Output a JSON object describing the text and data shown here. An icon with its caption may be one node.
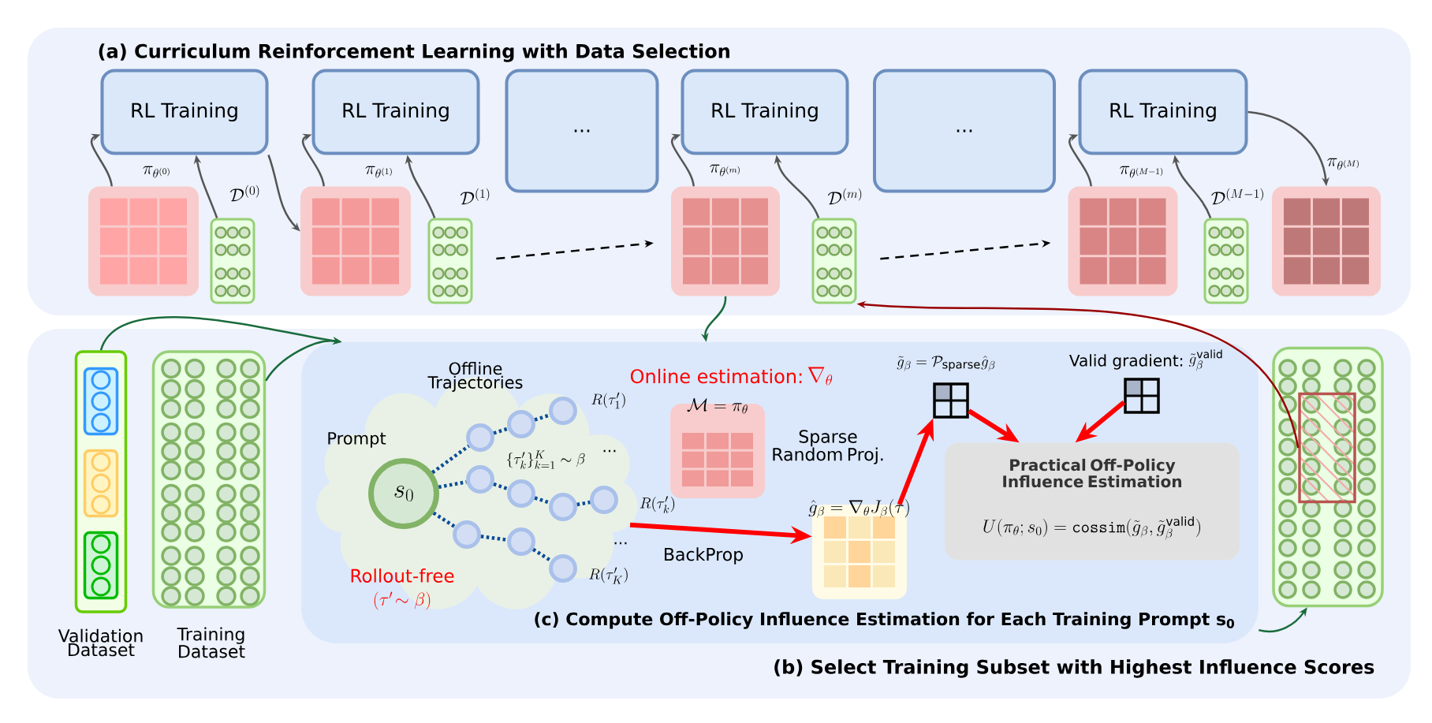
{
  "diagram": {
    "nodes": [
      {
        "text": [
          "(a) Curriculum Reinforcement Learning with Data Selection"
        ]
      },
      {
        "text": [
          "RL Training"
        ],
        "in": 0
      },
      {
        "text": [
          "RL Training"
        ],
        "in": 0
      },
      {
        "text": [
          "..."
        ],
        "in": 0
      },
      {
        "text": [
          "RL Training"
        ],
        "in": 0
      },
      {
        "text": [
          "..."
        ],
        "in": 0
      },
      {
        "text": [
          "RL Training"
        ],
        "in": 0
      },
      {
        "text": [],
        "shape": "box",
        "in": 0
      },
      {
        "text": [],
        "shape": "box",
        "in": 0
      },
      {
        "text": [],
        "shape": "box",
        "in": 0
      },
      {
        "text": [],
        "shape": "box",
        "in": 0
      },
      {
        "text": [],
        "shape": "box",
        "in": 0
      },
      {
        "text": [],
        "shape": "box",
        "in": 0
      },
      {
        "text": [],
        "shape": "box",
        "in": 0
      },
      {
        "text": [],
        "shape": "box",
        "in": 0
      },
      {
        "text": [],
        "shape": "box",
        "in": 0
      },
      {
        "text": [
          "(b) Select Training Subset with Highest Influence Scores"
        ]
      },
      {
        "text": [],
        "shape": "box",
        "beside": [
          "Validation Dataset"
        ],
        "in": 16
      },
      {
        "text": [],
        "shape": "box",
        "in": 17
      },
      {
        "text": [],
        "shape": "box",
        "in": 17
      },
      {
        "text": [],
        "shape": "box",
        "in": 17
      },
      {
        "text": [],
        "shape": "box",
        "beside": [
          "Training Dataset"
        ],
        "in": 16
      },
      {
        "text": [
          "(c) Compute Off-Policy Influence Estimation for Each Training Prompt s$_{0}$"
        ],
        "in": 16
      },
      {
        "text": [
          "Offline Trajectories"
        ],
        "in": 22
      },
      {
        "text": [
          "s_0"
        ],
        "beside": [
          "Prompt"
        ],
        "in": 23
      },
      {
        "text": [],
        "shape": "circle",
        "in": 23
      },
      {
        "text": [],
        "shape": "circle",
        "in": 23
      },
      {
        "text": [],
        "shape": "circle",
        "beside": [
          "R(\\tau'_1)"
        ],
        "in": 23
      },
      {
        "text": [],
        "shape": "circle",
        "in": 23
      },
      {
        "text": [],
        "shape": "circle",
        "in": 23
      },
      {
        "text": [],
        "shape": "circle",
        "in": 23
      },
      {
        "text": [],
        "shape": "circle",
        "in": 23
      },
      {
        "text": [],
        "shape": "circle",
        "in": 23
      },
      {
        "text": [],
        "shape": "circle",
        "in": 23
      },
      {
        "text": [],
        "shape": "circle",
        "beside": [
          "R(\\tau'_K)"
        ],
        "in": 23
      },
      {
        "text": [
          "\\mathcal{M}=\\pi_\\theta"
        ],
        "in": 22
      },
      {
        "text": [
          "\\hat{g}_\\beta=\\nabla_\\theta J_\\beta(\\tau)"
        ],
        "in": 22
      },
      {
        "text": [
          "\\tilde{g}_\\beta=\\mathcal{P}_{\\mathrm{sparse}}\\hat{g}_\\beta"
        ],
        "in": 22
      },
      {
        "text": [
          "Valid gradient:",
          "\\tilde{g}_\\beta^{\\mathrm{valid}}"
        ],
        "in": 22
      },
      {
        "text": [
          "Practical Off-Policy Influence Estimation",
          "U(\\pi_\\theta;s_0)=\\texttt{cossim}(\\tilde{g}_\\beta,\\tilde{g}_\\beta^{\\mathrm{valid}})"
        ],
        "in": 22
      },
      {
        "text": [],
        "shape": "box",
        "in": 16
      },
      {
        "text": [],
        "shape": "box",
        "in": 40
      }
    ],
    "edges": [
      {
        "from": 7,
        "to": 1,
        "arrow": "to",
        "label": "\\pi_{\\theta^{(0)}}"
      },
      {
        "from": 8,
        "to": 1,
        "arrow": "to",
        "label": "\\mathcal{D}^{(0)}"
      },
      {
        "from": 1,
        "to": 9,
        "arrow": "to"
      },
      {
        "from": 9,
        "to": 2,
        "arrow": "to",
        "label": "\\pi_{\\theta^{(1)}}"
      },
      {
        "from": 10,
        "to": 2,
        "arrow": "to",
        "label": "\\mathcal{D}^{(1)}"
      },
      {
        "from": 10,
        "to": 11,
        "arrow": "to",
        "style": "dashed",
        "color": "#000000"
      },
      {
        "from": 11,
        "to": 4,
        "arrow": "to",
        "label": "\\pi_{\\theta^{(m)}}"
      },
      {
        "from": 12,
        "to": 4,
        "arrow": "to",
        "label": "\\mathcal{D}^{(m)}"
      },
      {
        "from": 12,
        "to": 13,
        "arrow": "to",
        "style": "dashed",
        "color": "#000000"
      },
      {
        "from": 13,
        "to": 6,
        "arrow": "to",
        "label": "\\pi_{\\theta^{(M-1)}}"
      },
      {
        "from": 14,
        "to": 6,
        "arrow": "to",
        "label": "\\mathcal{D}^{(M-1)}"
      },
      {
        "from": 6,
        "to": 15,
        "arrow": "to",
        "label": "\\pi_{\\theta^{(M)}}"
      },
      {
        "from": 17,
        "to": 22,
        "arrow": "to",
        "color": "#1a6b3c"
      },
      {
        "from": 21,
        "to": 22,
        "arrow": "to",
        "color": "#1a6b3c"
      },
      {
        "from": 11,
        "to": 22,
        "arrow": "to",
        "color": "#1a6b3c"
      },
      {
        "from": 24,
        "to": 25,
        "arrow": "none",
        "style": "dashed",
        "color": "#0b4c96"
      },
      {
        "from": 25,
        "to": 26,
        "arrow": "none",
        "style": "dashed",
        "color": "#0b4c96"
      },
      {
        "from": 26,
        "to": 27,
        "arrow": "none",
        "style": "dashed",
        "color": "#0b4c96"
      },
      {
        "from": 24,
        "to": 28,
        "arrow": "none",
        "style": "dashed",
        "color": "#0b4c96"
      },
      {
        "from": 28,
        "to": 29,
        "arrow": "none",
        "style": "dashed",
        "color": "#0b4c96"
      },
      {
        "from": 29,
        "to": 30,
        "arrow": "none",
        "style": "dashed",
        "color": "#0b4c96"
      },
      {
        "from": 30,
        "to": 31,
        "arrow": "none",
        "style": "dashed",
        "color": "#0b4c96"
      },
      {
        "from": 24,
        "to": 32,
        "arrow": "none",
        "style": "dashed",
        "color": "#0b4c96"
      },
      {
        "from": 32,
        "to": 33,
        "arrow": "none",
        "style": "dashed",
        "color": "#0b4c96"
      },
      {
        "from": 33,
        "to": 34,
        "arrow": "none",
        "style": "dashed",
        "color": "#0b4c96"
      },
      {
        "from": 23,
        "to": 36,
        "arrow": "to",
        "label": "BackProp",
        "style": "thick",
        "color": "#ff0000"
      },
      {
        "from": 36,
        "to": 37,
        "arrow": "to",
        "label": "Sparse Random Proj.",
        "style": "thick",
        "color": "#ff0000"
      },
      {
        "from": 37,
        "to": 39,
        "arrow": "to",
        "style": "thick",
        "color": "#ff0000"
      },
      {
        "from": 38,
        "to": 39,
        "arrow": "to",
        "style": "thick",
        "color": "#ff0000"
      },
      {
        "from": 22,
        "to": 40,
        "arrow": "to",
        "color": "#1a6b3c"
      },
      {
        "from": 41,
        "to": 12,
        "arrow": "to",
        "color": "#990000"
      }
    ],
    "labels": [
      "Online estimation:",
      "\\nabla_\\theta",
      "\\{\\tau'_k\\}_{k=1}^{K}\\sim\\beta",
      "...",
      "R(\\tau'_k)",
      "...",
      "Rollout-free",
      "(\\tau'\\!\\sim\\beta)"
    ]
  }
}
